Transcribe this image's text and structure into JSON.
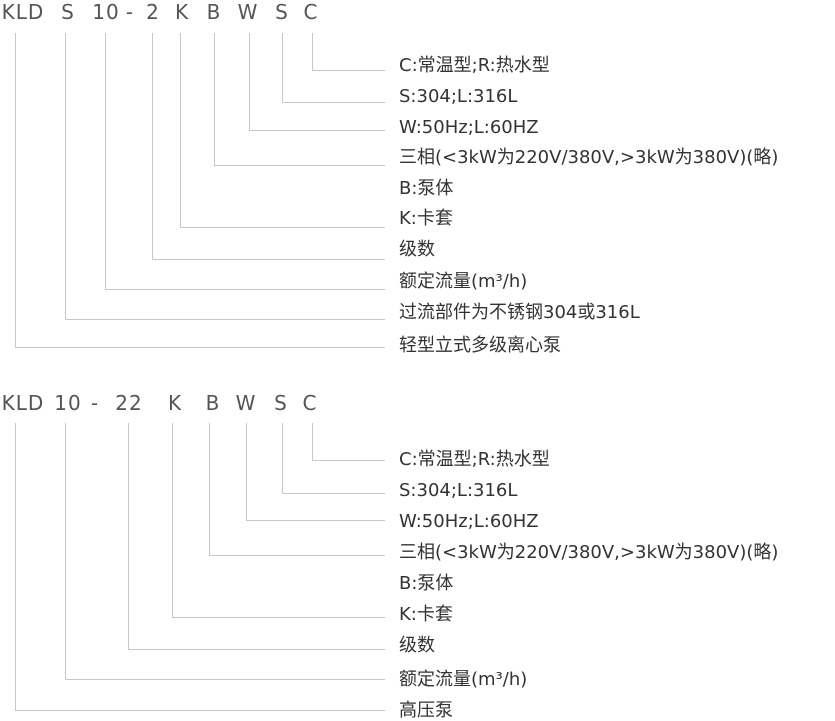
{
  "diagrams": [
    {
      "codes": [
        "KLD",
        "S",
        "10",
        "-",
        "2",
        "K",
        "B",
        "W",
        "S",
        "C"
      ],
      "labels": [
        "C:常温型;R:热水型",
        "S:304;L:316L",
        "W:50Hz;L:60HZ",
        "三相(<3kW为220V/380V,>3kW为380V)(略)",
        "B:泵体",
        "K:卡套",
        "级数",
        "额定流量(m³/h)",
        "过流部件为不锈钢304或316L",
        "轻型立式多级离心泵"
      ]
    },
    {
      "codes": [
        "KLD",
        "10",
        "-",
        "22",
        "K",
        "B",
        "W",
        "S",
        "C"
      ],
      "labels": [
        "C:常温型;R:热水型",
        "S:304;L:316L",
        "W:50Hz;L:60HZ",
        "三相(<3kW为220V/380V,>3kW为380V)(略)",
        "B:泵体",
        "K:卡套",
        "级数",
        "额定流量(m³/h)",
        "高压泵"
      ]
    }
  ],
  "colors": {
    "line": "#c8c8c8",
    "text": "#333333",
    "code": "#555555"
  }
}
